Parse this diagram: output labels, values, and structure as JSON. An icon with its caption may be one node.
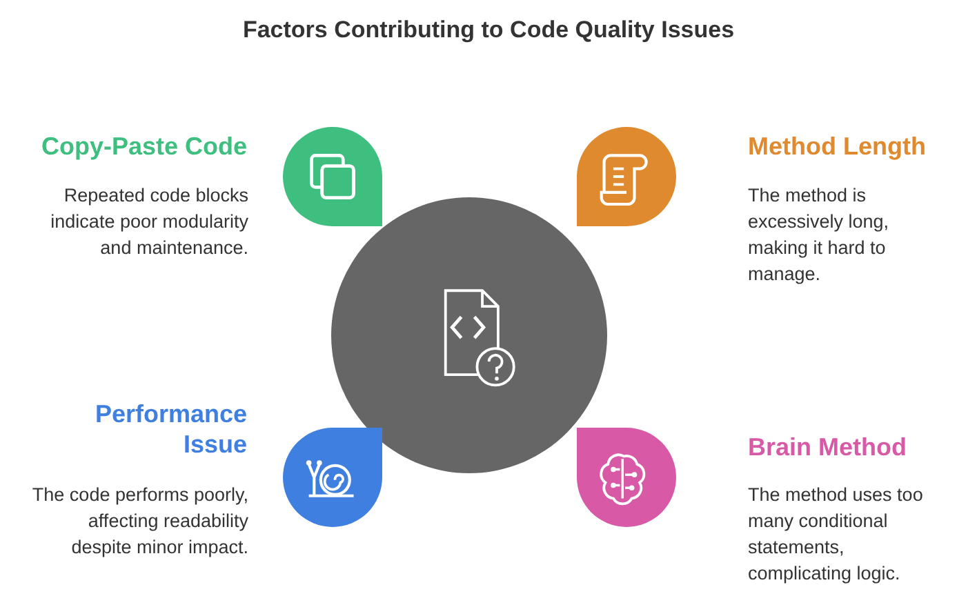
{
  "diagram": {
    "title": "Factors Contributing to Code Quality Issues",
    "nodes": [
      {
        "text": [],
        "shape": "circle"
      },
      {
        "text": [
          "Copy-Paste Code",
          "Repeated code blocks indicate poor modularity and maintenance."
        ]
      },
      {
        "text": [
          "Method Length",
          "The method is excessively long, making it hard to manage."
        ]
      },
      {
        "text": [
          "Performance Issue",
          "The code performs poorly, affecting readability despite minor impact."
        ]
      },
      {
        "text": [
          "Brain Method",
          "The method uses too many conditional statements, complicating logic."
        ]
      }
    ],
    "edges": []
  }
}
